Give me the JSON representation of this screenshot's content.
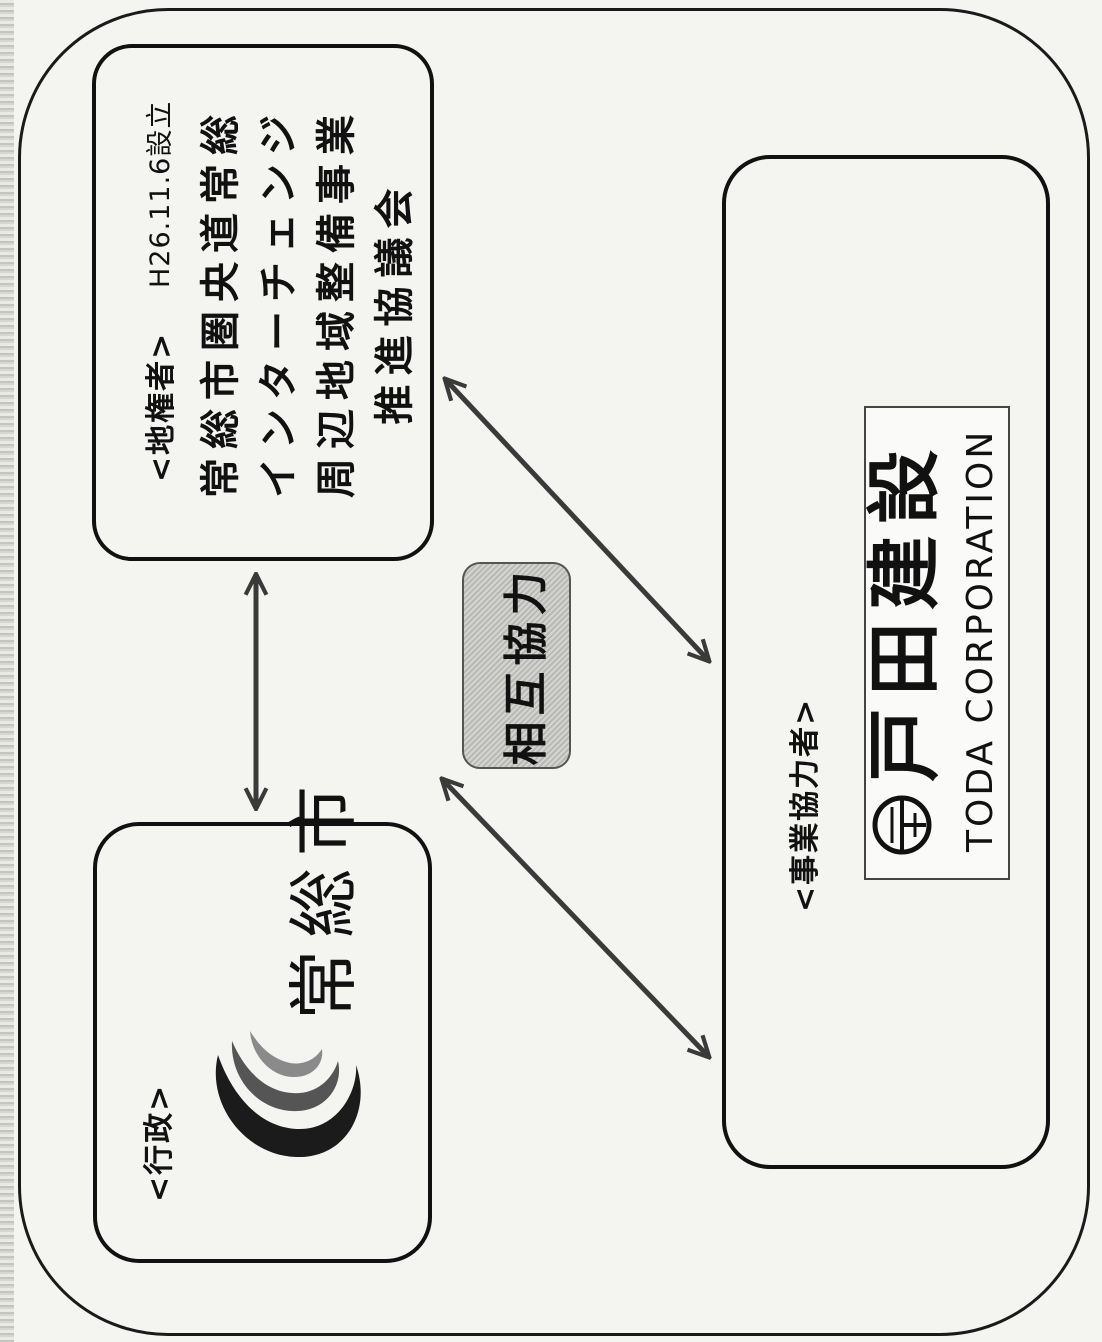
{
  "landowner": {
    "heading": "<地権者>",
    "established": "H26.11.6設立",
    "name_lines": [
      "常総市圏央道常総",
      "インターチェンジ",
      "周辺地域整備事業",
      "推進協議会"
    ]
  },
  "administration": {
    "heading": "<行政>",
    "name": "常総市",
    "logo_icon": "joso-city-swoosh-logo"
  },
  "partner": {
    "heading": "<事業協力者>",
    "logo_icon": "toda-circle-mark",
    "name_jp": "戸田建設",
    "name_en": "TODA CORPORATION"
  },
  "center_label": "相互協力",
  "colors": {
    "line": "#111111",
    "arrow": "#3a3a3a",
    "badge": "#c4c4c0",
    "background": "#f4f4f1"
  }
}
